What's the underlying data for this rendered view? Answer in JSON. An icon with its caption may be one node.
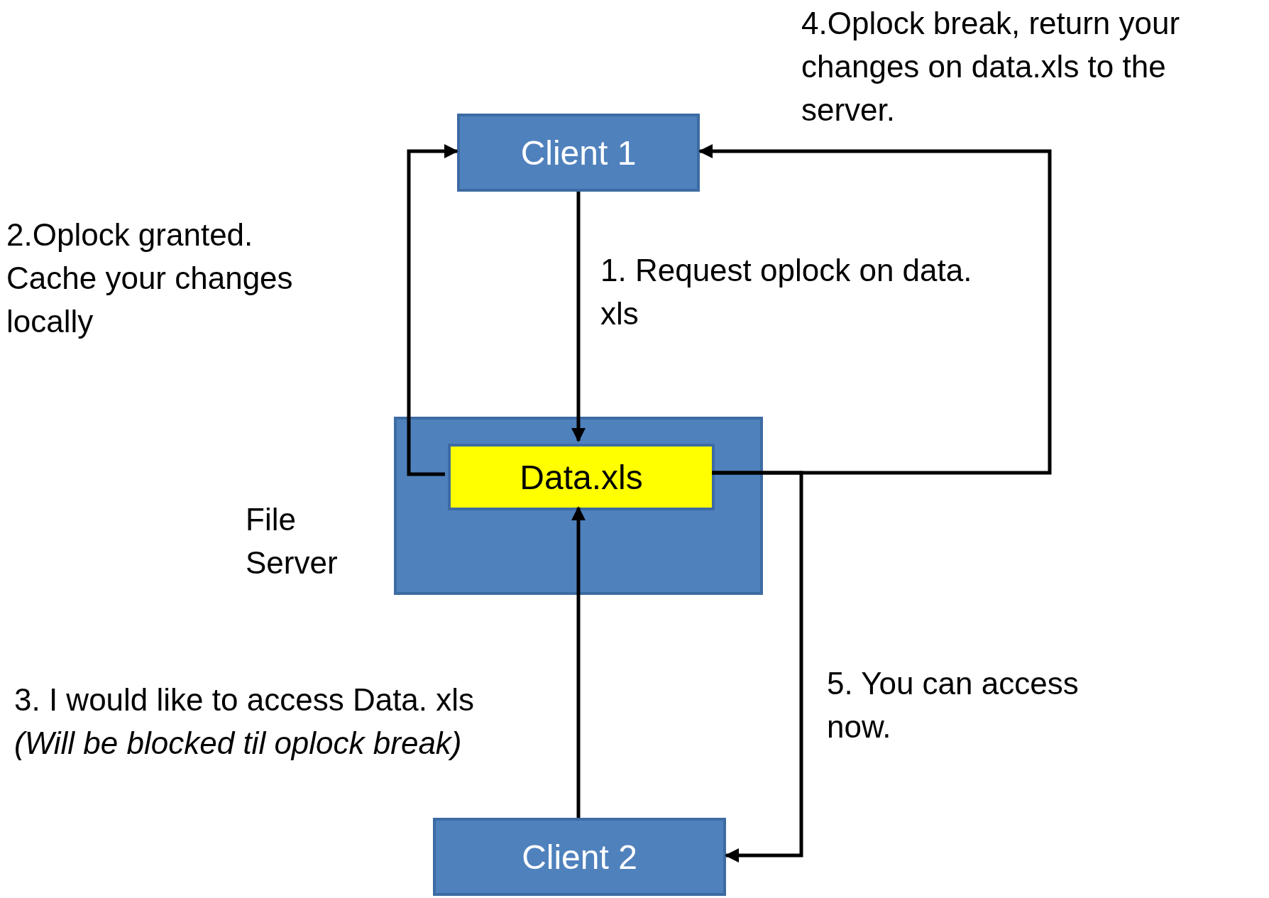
{
  "diagram": {
    "nodes": [
      {
        "text": [
          "Client 1"
        ]
      },
      {
        "text": [
          "File Server"
        ]
      },
      {
        "text": [
          "Data.xls"
        ],
        "in": 1
      },
      {
        "text": [
          "Client 2"
        ]
      }
    ],
    "edges": [
      {
        "from": 0,
        "to": 2,
        "arrow": "to",
        "label": "1. Request oplock on data. xls"
      },
      {
        "from": 2,
        "to": 0,
        "arrow": "to",
        "label": "2.Oplock granted. Cache your changes locally"
      },
      {
        "from": 3,
        "to": 2,
        "arrow": "to",
        "label": "3. I would like to access Data. xls *(Will be blocked til oplock break)*"
      },
      {
        "from": 2,
        "to": 0,
        "arrow": "to",
        "label": "4.Oplock break, return your changes on data.xls to the server."
      },
      {
        "from": 2,
        "to": 3,
        "arrow": "to",
        "label": "5. You can access now."
      }
    ]
  }
}
